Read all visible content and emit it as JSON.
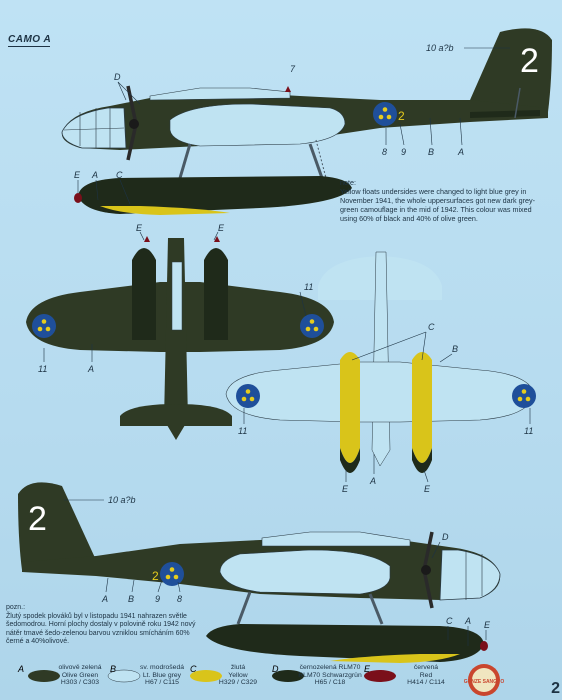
{
  "header": {
    "scheme_title": "CAMO A"
  },
  "note": {
    "label": "note:",
    "text": "Yellow floats undersides were changed to light blue grey in November 1941, the whole uppersurfaces got new dark grey-green camouflage in the mid of 1942. This colour was mixed using 60% of black and 40% of olive green."
  },
  "pozn": {
    "label": "pozn.:",
    "text": "Žlutý spodek plováků byl v listopadu 1941 nahrazen světle šedomodrou. Horní plochy dostaly v polovině roku 1942 nový nátěr tmavé šedo-zelenou barvou vzniklou smícháním 60% černé a 40%olivové."
  },
  "markings": {
    "code_number": "2",
    "code_ref": "10 a?b",
    "code_ref_bottom": "10 a?b",
    "yellow_number": "2"
  },
  "callouts": {
    "top_side": [
      "D",
      "7",
      "2",
      "8",
      "9",
      "B",
      "A",
      "E",
      "A",
      "C"
    ],
    "plan_top": [
      "E",
      "E",
      "11",
      "11",
      "A"
    ],
    "plan_bottom": [
      "C",
      "B",
      "11",
      "11",
      "A",
      "E",
      "E"
    ],
    "bottom_side": [
      "A",
      "B",
      "9",
      "8",
      "D",
      "C",
      "A",
      "E"
    ]
  },
  "legend": [
    {
      "letter": "A",
      "cz": "olivově zelená",
      "en": "Olive Green",
      "code": "H303 / C303",
      "color": "#2f3a25"
    },
    {
      "letter": "B",
      "cz": "sv. modrošedá",
      "en": "Lt. Blue grey",
      "code": "H67 / C115",
      "color": "#bfe3f2"
    },
    {
      "letter": "C",
      "cz": "žlutá",
      "en": "Yellow",
      "code": "H329 / C329",
      "color": "#d9c41a"
    },
    {
      "letter": "D",
      "cz": "černozelená RLM70",
      "en": "RLM70 Schwarzgrün",
      "code": "H65 / C18",
      "color": "#1f2a1a"
    },
    {
      "letter": "E",
      "cz": "červená",
      "en": "Red",
      "code": "H414 / C114",
      "color": "#7a0f1a"
    }
  ],
  "brand": {
    "logo_text": "GUNZE SANGYO"
  },
  "page_fragment": "2",
  "colors": {
    "olive": "#2f3a25",
    "light_blue": "#bfe3f2",
    "yellow": "#d9c41a",
    "blackgreen": "#1f2a1a",
    "red": "#7a0f1a",
    "roundel_blue": "#1f4f9a",
    "roundel_yellow": "#e6cc1d"
  }
}
